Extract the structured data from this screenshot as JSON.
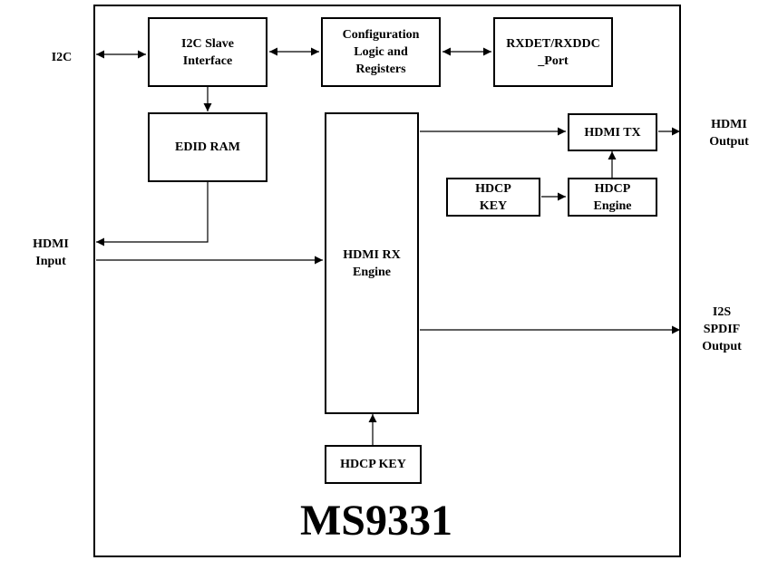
{
  "chip": {
    "name": "MS9331"
  },
  "blocks": {
    "i2c_slave": "I2C Slave\nInterface",
    "config": "Configuration\nLogic and\nRegisters",
    "rxdet": "RXDET/RXDDC\n_Port",
    "edid_ram": "EDID RAM",
    "hdmi_rx": "HDMI RX\nEngine",
    "hdmi_tx": "HDMI TX",
    "hdcp_key_tx": "HDCP\nKEY",
    "hdcp_engine": "HDCP\nEngine",
    "hdcp_key_rx": "HDCP KEY"
  },
  "external": {
    "i2c": "I2C",
    "hdmi_input": "HDMI\nInput",
    "hdmi_output": "HDMI\nOutput",
    "audio_output": "I2S\nSPDIF\nOutput"
  }
}
